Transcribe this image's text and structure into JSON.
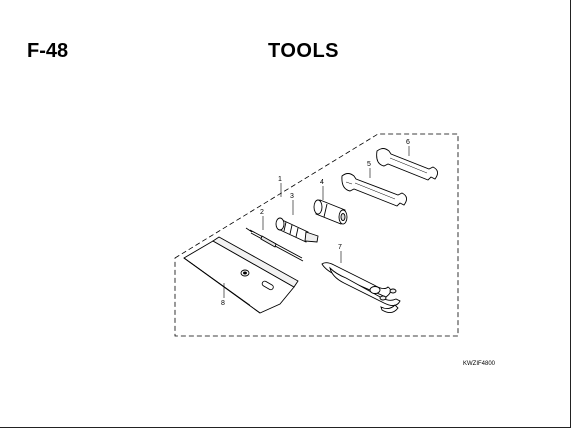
{
  "header": {
    "page_code": "F-48",
    "title": "TOOLS"
  },
  "figure_code": "KWZIF4800",
  "callouts": {
    "c1": "1",
    "c2": "2",
    "c3": "3",
    "c4": "4",
    "c5": "5",
    "c6": "6",
    "c7": "7",
    "c8": "8"
  },
  "parts": [
    {
      "ref": "1",
      "icon": "tool-kit-outline"
    },
    {
      "ref": "2",
      "icon": "screwdriver-bit-icon"
    },
    {
      "ref": "3",
      "icon": "screwdriver-grip-icon"
    },
    {
      "ref": "4",
      "icon": "socket-wrench-icon"
    },
    {
      "ref": "5",
      "icon": "open-end-wrench-icon"
    },
    {
      "ref": "6",
      "icon": "open-end-wrench-icon"
    },
    {
      "ref": "7",
      "icon": "pliers-icon"
    },
    {
      "ref": "8",
      "icon": "tool-bag-icon"
    }
  ],
  "colors": {
    "line": "#000000",
    "background": "#ffffff"
  }
}
